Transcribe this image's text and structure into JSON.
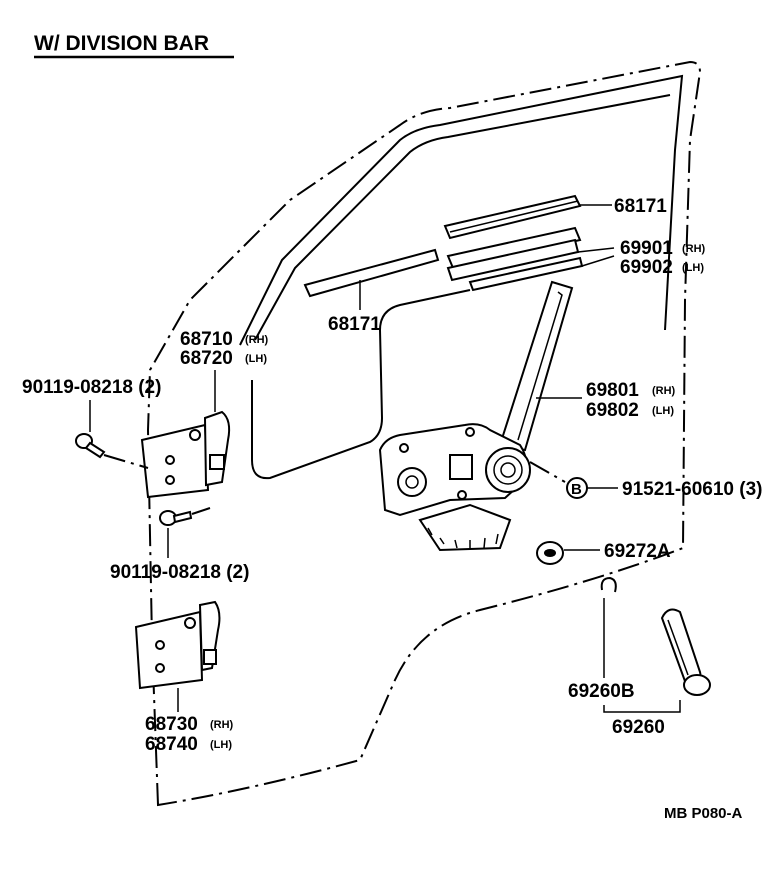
{
  "title": "W/ DIVISION  BAR",
  "diagram_code": "MB  P080-A",
  "bolt_code": "B",
  "labels": {
    "run_top": "68171",
    "run_left": "68171",
    "channel_a": "69901",
    "channel_a_sfx": "(RH)",
    "channel_b": "69902",
    "channel_b_sfx": "(LH)",
    "upper_hinge_a": "68710",
    "upper_hinge_a_sfx": "(RH)",
    "upper_hinge_b": "68720",
    "upper_hinge_b_sfx": "(LH)",
    "bolt_upper": "90119-08218 (2)",
    "bolt_lower": "90119-08218 (2)",
    "regulator_a": "69801",
    "regulator_a_sfx": "(RH)",
    "regulator_b": "69802",
    "regulator_b_sfx": "(LH)",
    "bolt_b": "91521-60610 (3)",
    "washer": "69272A",
    "lower_hinge_a": "68730",
    "lower_hinge_a_sfx": "(RH)",
    "lower_hinge_b": "68740",
    "lower_hinge_b_sfx": "(LH)",
    "clip": "69260B",
    "handle": "69260"
  }
}
